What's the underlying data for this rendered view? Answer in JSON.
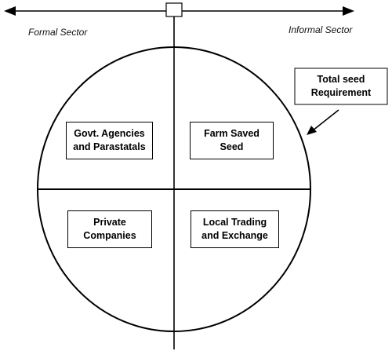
{
  "sectors": {
    "formal": "Formal Sector",
    "informal": "Informal Sector"
  },
  "callout": {
    "line1": "Total seed",
    "line2": "Requirement"
  },
  "quadrants": {
    "top_left": {
      "line1": "Govt. Agencies",
      "line2": "and Parastatals"
    },
    "top_right": {
      "line1": "Farm Saved",
      "line2": "Seed"
    },
    "bottom_left": {
      "line1": "Private",
      "line2": "Companies"
    },
    "bottom_right": {
      "line1": "Local Trading",
      "line2": "and Exchange"
    }
  }
}
